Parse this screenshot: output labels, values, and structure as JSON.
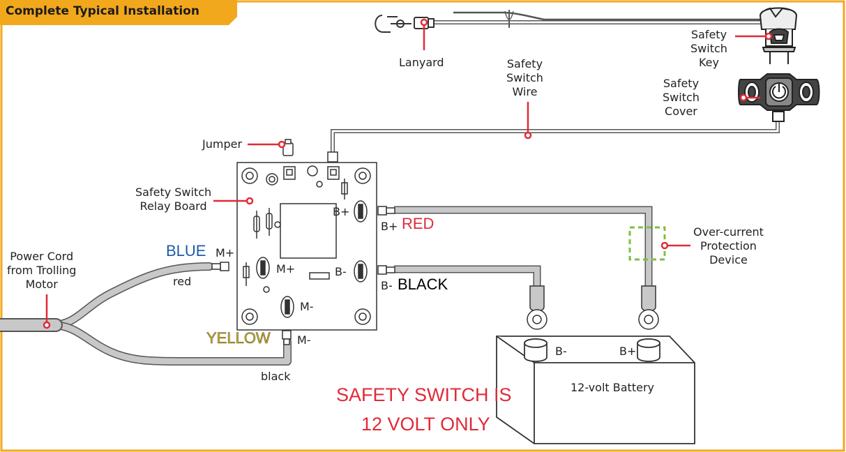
{
  "title": "Complete Typical Installation",
  "colors": {
    "frame": "#f2a81d",
    "wire": "#c8c8c8",
    "callout": "#e02a37",
    "ocpd": "#7fbf3f",
    "handwritten_blue": "#1e5aa8",
    "handwritten_yellow": "#d7b600"
  },
  "labels": {
    "lanyard": "Lanyard",
    "safety_switch_wire": [
      "Safety",
      "Switch",
      "Wire"
    ],
    "safety_switch_key": [
      "Safety",
      "Switch",
      "Key"
    ],
    "safety_switch_cover": [
      "Safety",
      "Switch",
      "Cover"
    ],
    "jumper": "Jumper",
    "relay_board": [
      "Safety Switch",
      "Relay Board"
    ],
    "power_cord": [
      "Power Cord",
      "from Trolling",
      "Motor"
    ],
    "ocpd": [
      "Over-current",
      "Protection",
      "Device"
    ],
    "red_wire": "red",
    "black_wire": "black",
    "battery": "12-volt Battery",
    "batt_neg": "B-",
    "batt_pos": "B+",
    "board_bplus": "B+",
    "board_bminus": "B-",
    "board_mplus": "M+",
    "board_mminus": "M-",
    "term_bplus": "B+",
    "term_bminus": "B-",
    "term_mplus": "M+",
    "term_mminus": "M-"
  },
  "annotations": {
    "red": "RED",
    "black": "BLACK",
    "blue": "BLUE",
    "yellow": "YELLOW",
    "warning_line1": "SAFETY SWITCH IS",
    "warning_line2": "12 VOLT ONLY"
  },
  "icons": [
    "lanyard-clip-icon",
    "safety-key-icon",
    "safety-cover-icon",
    "jumper-icon",
    "battery-icon",
    "ring-terminal-icon"
  ]
}
